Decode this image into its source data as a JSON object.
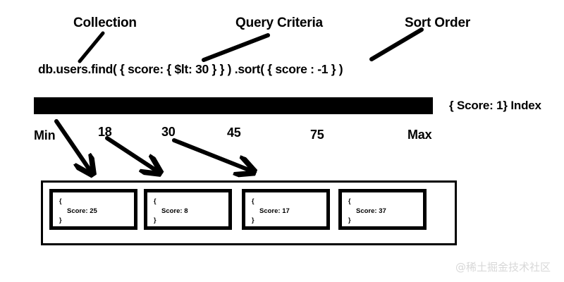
{
  "annotations": {
    "collection": "Collection",
    "query_criteria": "Query Criteria",
    "sort_order": "Sort Order"
  },
  "query": {
    "statement": "db.users.find( { score: { $lt: 30 } } ) .sort( { score :  -1 } )"
  },
  "index": {
    "label": "{ Score: 1} Index",
    "bar_color": "#000000",
    "scale": [
      {
        "id": "min",
        "label": "Min"
      },
      {
        "id": "v18",
        "label": "18"
      },
      {
        "id": "v30",
        "label": "30"
      },
      {
        "id": "v45",
        "label": "45"
      },
      {
        "id": "v75",
        "label": "75"
      },
      {
        "id": "max",
        "label": "Max"
      }
    ]
  },
  "documents": {
    "brace_open": "{",
    "brace_close": "}",
    "items": [
      {
        "score_text": "Score: 25",
        "value": 25
      },
      {
        "score_text": "Score: 8",
        "value": 8
      },
      {
        "score_text": "Score: 17",
        "value": 17
      },
      {
        "score_text": "Score: 37",
        "value": 37
      }
    ]
  },
  "watermark": {
    "text": "@稀土掘金技术社区"
  },
  "colors": {
    "ink": "#000000",
    "background": "#ffffff",
    "watermark": "#d8d8d8"
  }
}
